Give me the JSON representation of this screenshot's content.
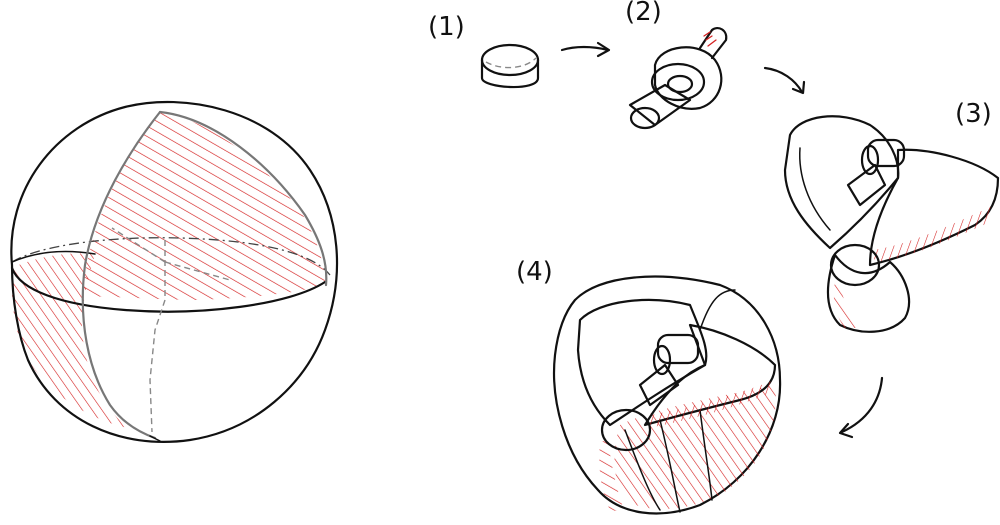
{
  "diagram": {
    "labels": {
      "step1": "(1)",
      "step2": "(2)",
      "step3": "(3)",
      "step4": "(4)"
    },
    "colors": {
      "ink": "#111111",
      "hatch": "#d42020",
      "construction": "#777777"
    }
  }
}
